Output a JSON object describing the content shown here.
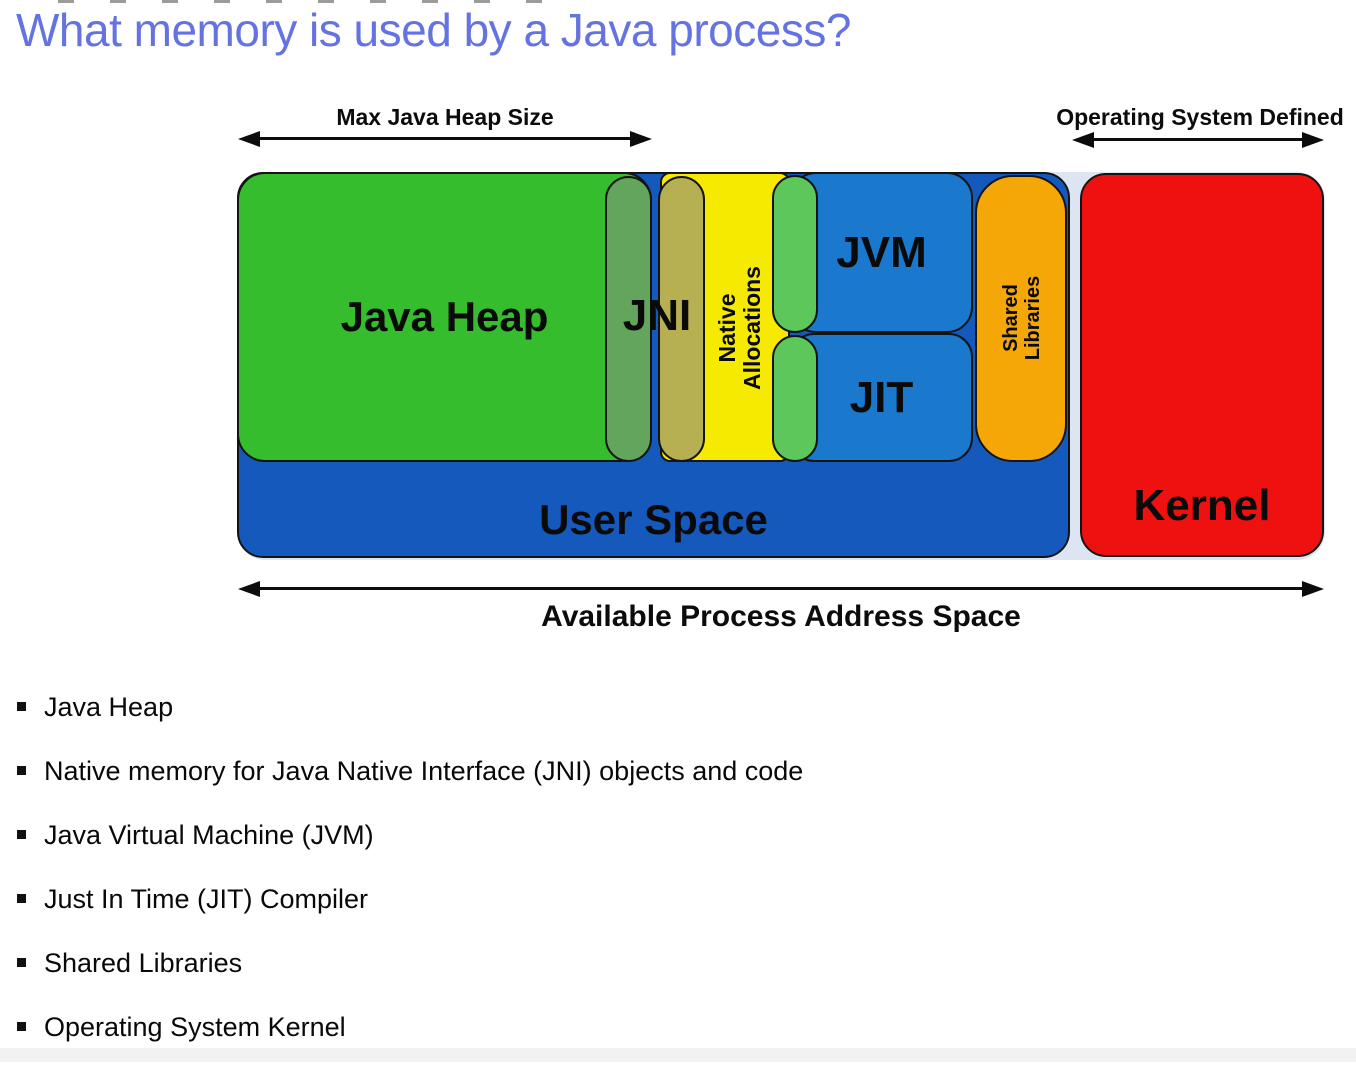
{
  "title": "What memory is used by a Java process?",
  "title_color": "#6473e1",
  "annotations": {
    "max_heap": "Max Java Heap Size",
    "os_defined": "Operating System Defined",
    "address_space": "Available Process Address Space"
  },
  "diagram": {
    "background_color": "#dee5f2",
    "java_heap": {
      "label": "Java Heap",
      "color": "#35bd2e"
    },
    "jni": {
      "label": "JNI",
      "pill_left_color": "#64a55e",
      "pill_right_color": "#b6b052"
    },
    "native_allocations": {
      "lines": [
        "Native",
        "Allocations"
      ],
      "color": "#f6ea00",
      "overlay_pill_color": "#5ec75c"
    },
    "jvm": {
      "label": "JVM",
      "color": "#1a79cc"
    },
    "jit": {
      "label": "JIT",
      "color": "#1a79cc"
    },
    "shared_libraries": {
      "lines": [
        "Shared",
        "Libraries"
      ],
      "color": "#f4a707"
    },
    "user_space": {
      "label": "User Space",
      "color": "#1659bc"
    },
    "kernel": {
      "label": "Kernel",
      "color": "#ef1010"
    }
  },
  "bullets": [
    "Java Heap",
    "Native memory for Java Native Interface (JNI) objects and code",
    "Java Virtual Machine (JVM)",
    "Just In Time (JIT) Compiler",
    "Shared Libraries",
    "Operating System Kernel"
  ]
}
